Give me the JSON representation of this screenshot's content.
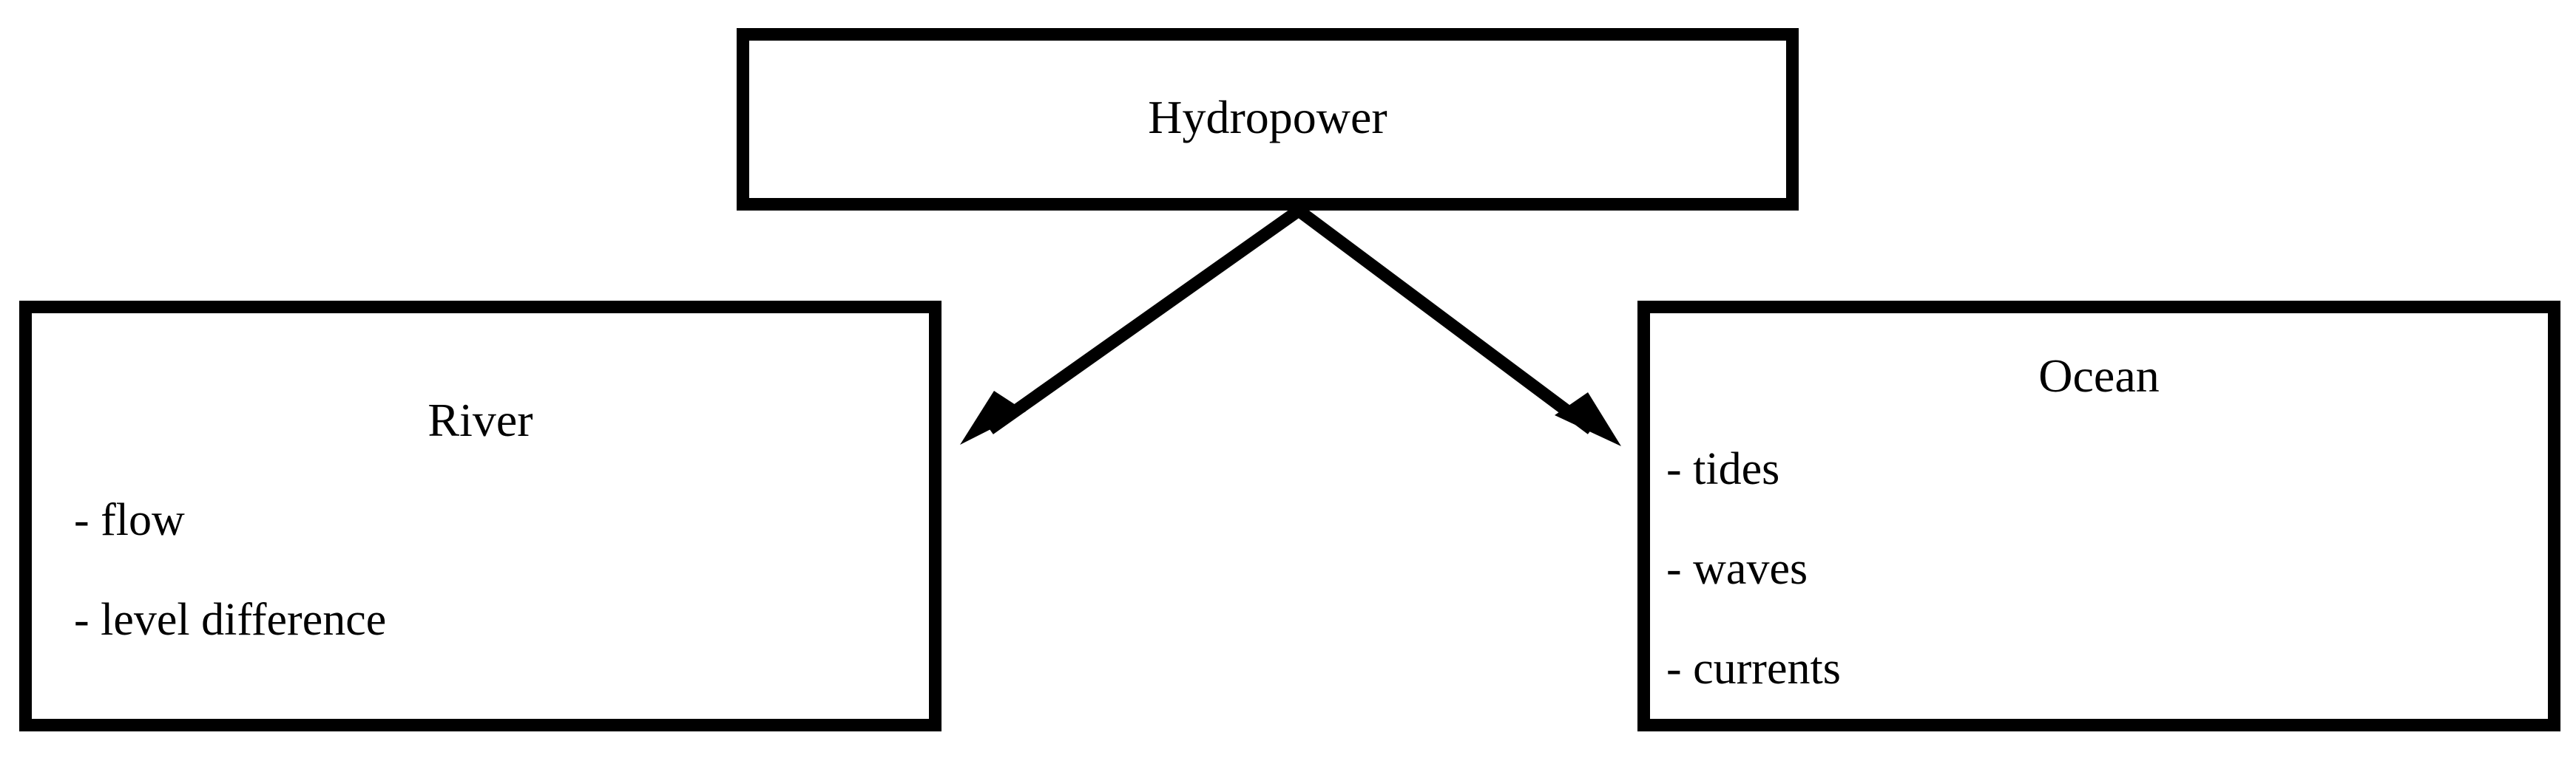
{
  "diagram": {
    "title": "Hydropower",
    "type": "concept-hierarchy",
    "background_color": "#ffffff",
    "line_color": "#000000",
    "root": {
      "id": "hydropower",
      "label": "Hydropower"
    },
    "children": [
      {
        "id": "river",
        "label": "River",
        "items": [
          "- flow",
          "- level difference"
        ]
      },
      {
        "id": "ocean",
        "label": "Ocean",
        "items": [
          "- tides",
          "- waves",
          "- currents"
        ]
      }
    ],
    "connectors": [
      {
        "id": "arrow-hydropower-river",
        "from": "hydropower",
        "to": "river",
        "direction": "down-left",
        "arrowhead": "filled-triangle"
      },
      {
        "id": "arrow-hydropower-ocean",
        "from": "hydropower",
        "to": "ocean",
        "direction": "down-right",
        "arrowhead": "filled-triangle"
      }
    ]
  }
}
